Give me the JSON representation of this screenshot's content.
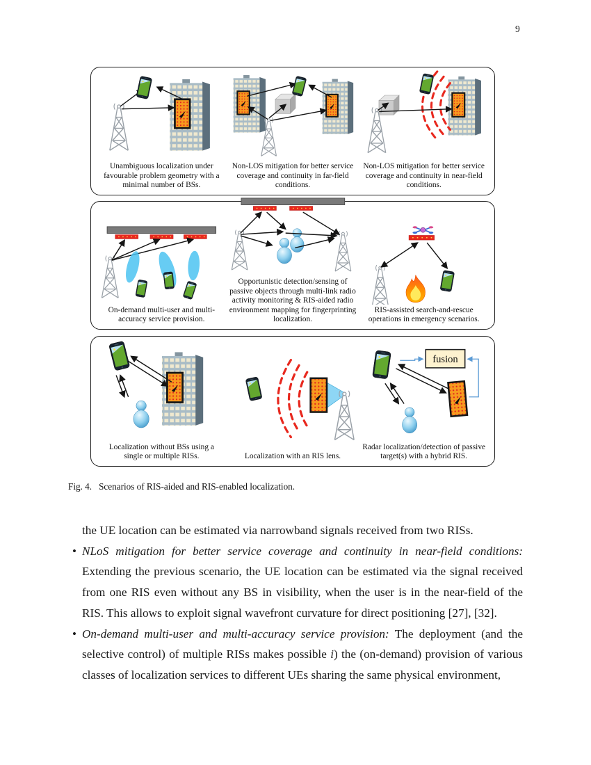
{
  "page": {
    "number": "9"
  },
  "figure": {
    "label": "Fig. 4.",
    "caption": "Scenarios of RIS-aided and RIS-enabled localization.",
    "fusion_label": "fusion",
    "panels": [
      {
        "caption": "Unambiguous localization under favourable problem geometry with a minimal number of BSs."
      },
      {
        "caption": "Non-LOS mitigation for better service coverage and continuity in far-field conditions."
      },
      {
        "caption": "Non-LOS mitigation for better service coverage and continuity in near-field conditions."
      },
      {
        "caption": "On-demand multi-user and multi-accuracy service provision."
      },
      {
        "caption": "Opportunistic detection/sensing of passive objects through multi-link radio activity monitoring & RIS-aided radio environment mapping for fingerprinting localization."
      },
      {
        "caption": "RIS-assisted search-and-rescue operations in emergency scenarios."
      },
      {
        "caption": "Localization without BSs using a single or multiple RISs."
      },
      {
        "caption": "Localization with an RIS lens."
      },
      {
        "caption": "Radar localization/detection of passive target(s) with a hybrid RIS."
      }
    ]
  },
  "body": {
    "continuation": "the UE location can be estimated via narrowband signals received from two RISs.",
    "bullets": [
      {
        "segments": [
          {
            "text": "NLoS mitigation for better service coverage and continuity in near-field conditions:",
            "italic": true
          },
          {
            "text": " Extending the previous scenario, the UE location can be estimated via the signal received from one RIS even without any BS in visibility, when the user is in the near-field of the RIS. This allows to exploit signal wavefront curvature for direct positioning [27], [32].",
            "italic": false
          }
        ]
      },
      {
        "segments": [
          {
            "text": "On-demand multi-user and multi-accuracy service provision:",
            "italic": true
          },
          {
            "text": " The deployment (and the selective control) of multiple RISs makes possible ",
            "italic": false
          },
          {
            "text": "i",
            "italic": true
          },
          {
            "text": ") the (on-demand) provision of various classes of localization services to different UEs sharing the same physical environment,",
            "italic": false
          }
        ]
      }
    ]
  },
  "colors": {
    "ris_panel_orange": "#f79b1e",
    "ris_dot_red": "#e02020",
    "ris_strip_red": "#e8281e",
    "strip_dot_yellow": "#ffd54f",
    "beam_blue": "#45c1f0",
    "person_blue": "#8fd0ee",
    "phone_screen_green": "#63a82f",
    "nearfield_dash_red": "#e8281e",
    "fusion_box_fill": "#fdf2cf",
    "ceiling_bar_gray": "#7a7a7a",
    "obstacle_gray": "#cccccc",
    "tower_gray": "#9aa1a8",
    "arrow_black": "#151515",
    "connector_blue": "#5b9bd5",
    "flame_orange": "#ff8f00",
    "flame_yellow": "#ffe95c"
  }
}
